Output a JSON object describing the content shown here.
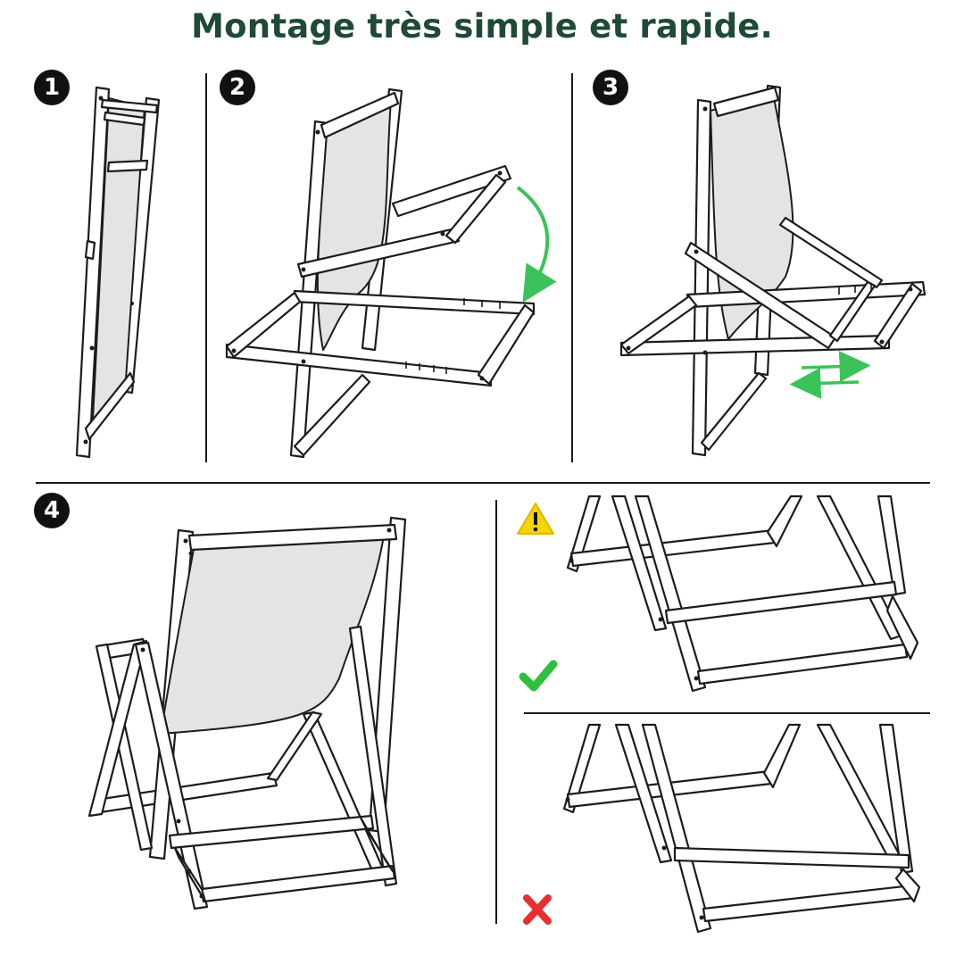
{
  "title": "Montage très simple et rapide.",
  "steps": [
    {
      "number": "1"
    },
    {
      "number": "2"
    },
    {
      "number": "3"
    },
    {
      "number": "4"
    }
  ],
  "colors": {
    "title": "#1f4a34",
    "arrow_green": "#3cc25a",
    "check_green": "#2fbf3f",
    "cross_red": "#e63030",
    "warning_yellow": "#f5d400"
  },
  "icons": {
    "warning": "warning-icon",
    "correct": "check-icon",
    "incorrect": "cross-icon"
  }
}
